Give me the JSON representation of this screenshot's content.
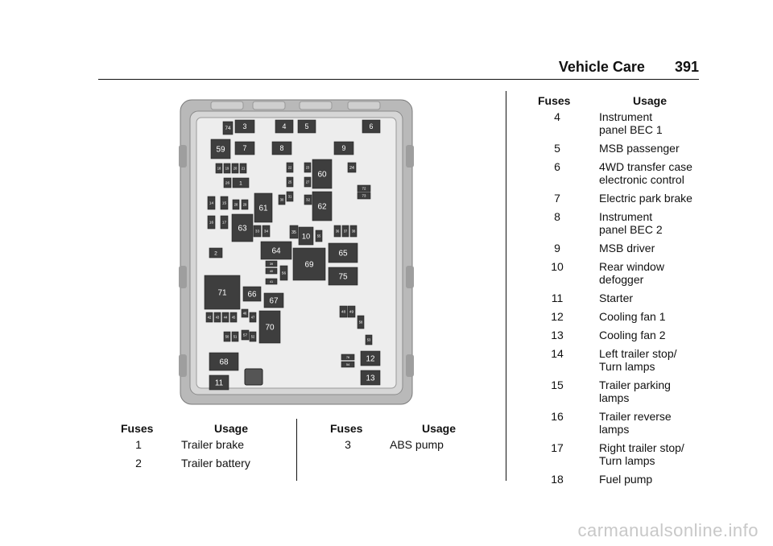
{
  "header": {
    "section": "Vehicle Care",
    "page": "391"
  },
  "diagram": {
    "fuse_labels": [
      "74",
      "3",
      "4",
      "5",
      "6",
      "59",
      "7",
      "8",
      "9",
      "18",
      "19",
      "20",
      "21",
      "22",
      "23",
      "24",
      "60",
      "1",
      "26",
      "25",
      "27",
      "72",
      "73",
      "14",
      "15",
      "28",
      "29",
      "61",
      "30",
      "31",
      "32",
      "62",
      "16",
      "17",
      "63",
      "33",
      "34",
      "35",
      "10",
      "55",
      "36",
      "37",
      "38",
      "2",
      "64",
      "65",
      "39",
      "40",
      "56",
      "69",
      "75",
      "41",
      "71",
      "66",
      "67",
      "42",
      "43",
      "44",
      "45",
      "46",
      "47",
      "70",
      "48",
      "49",
      "58",
      "50",
      "51",
      "57",
      "52",
      "53",
      "68",
      "76",
      "54",
      "12",
      "11",
      "13"
    ]
  },
  "tables": {
    "left": {
      "col_fuses": "Fuses",
      "col_usage": "Usage",
      "rows": [
        {
          "fuse": "1",
          "usage": [
            "Trailer brake"
          ]
        },
        {
          "fuse": "2",
          "usage": [
            "Trailer battery"
          ]
        }
      ]
    },
    "middle": {
      "col_fuses": "Fuses",
      "col_usage": "Usage",
      "rows": [
        {
          "fuse": "3",
          "usage": [
            "ABS pump"
          ]
        }
      ]
    },
    "right": {
      "col_fuses": "Fuses",
      "col_usage": "Usage",
      "rows": [
        {
          "fuse": "4",
          "usage": [
            "Instrument",
            "panel BEC 1"
          ]
        },
        {
          "fuse": "5",
          "usage": [
            "MSB passenger"
          ]
        },
        {
          "fuse": "6",
          "usage": [
            "4WD transfer case",
            "electronic control"
          ]
        },
        {
          "fuse": "7",
          "usage": [
            "Electric park brake"
          ]
        },
        {
          "fuse": "8",
          "usage": [
            "Instrument",
            "panel BEC 2"
          ]
        },
        {
          "fuse": "9",
          "usage": [
            "MSB driver"
          ]
        },
        {
          "fuse": "10",
          "usage": [
            "Rear window",
            "defogger"
          ]
        },
        {
          "fuse": "11",
          "usage": [
            "Starter"
          ]
        },
        {
          "fuse": "12",
          "usage": [
            "Cooling fan 1"
          ]
        },
        {
          "fuse": "13",
          "usage": [
            "Cooling fan 2"
          ]
        },
        {
          "fuse": "14",
          "usage": [
            "Left trailer stop/",
            "Turn lamps"
          ]
        },
        {
          "fuse": "15",
          "usage": [
            "Trailer parking",
            "lamps"
          ]
        },
        {
          "fuse": "16",
          "usage": [
            "Trailer reverse",
            "lamps"
          ]
        },
        {
          "fuse": "17",
          "usage": [
            "Right trailer stop/",
            "Turn lamps"
          ]
        },
        {
          "fuse": "18",
          "usage": [
            "Fuel pump"
          ]
        }
      ]
    }
  },
  "footer": {
    "watermark": "carmanualsonline.info"
  }
}
